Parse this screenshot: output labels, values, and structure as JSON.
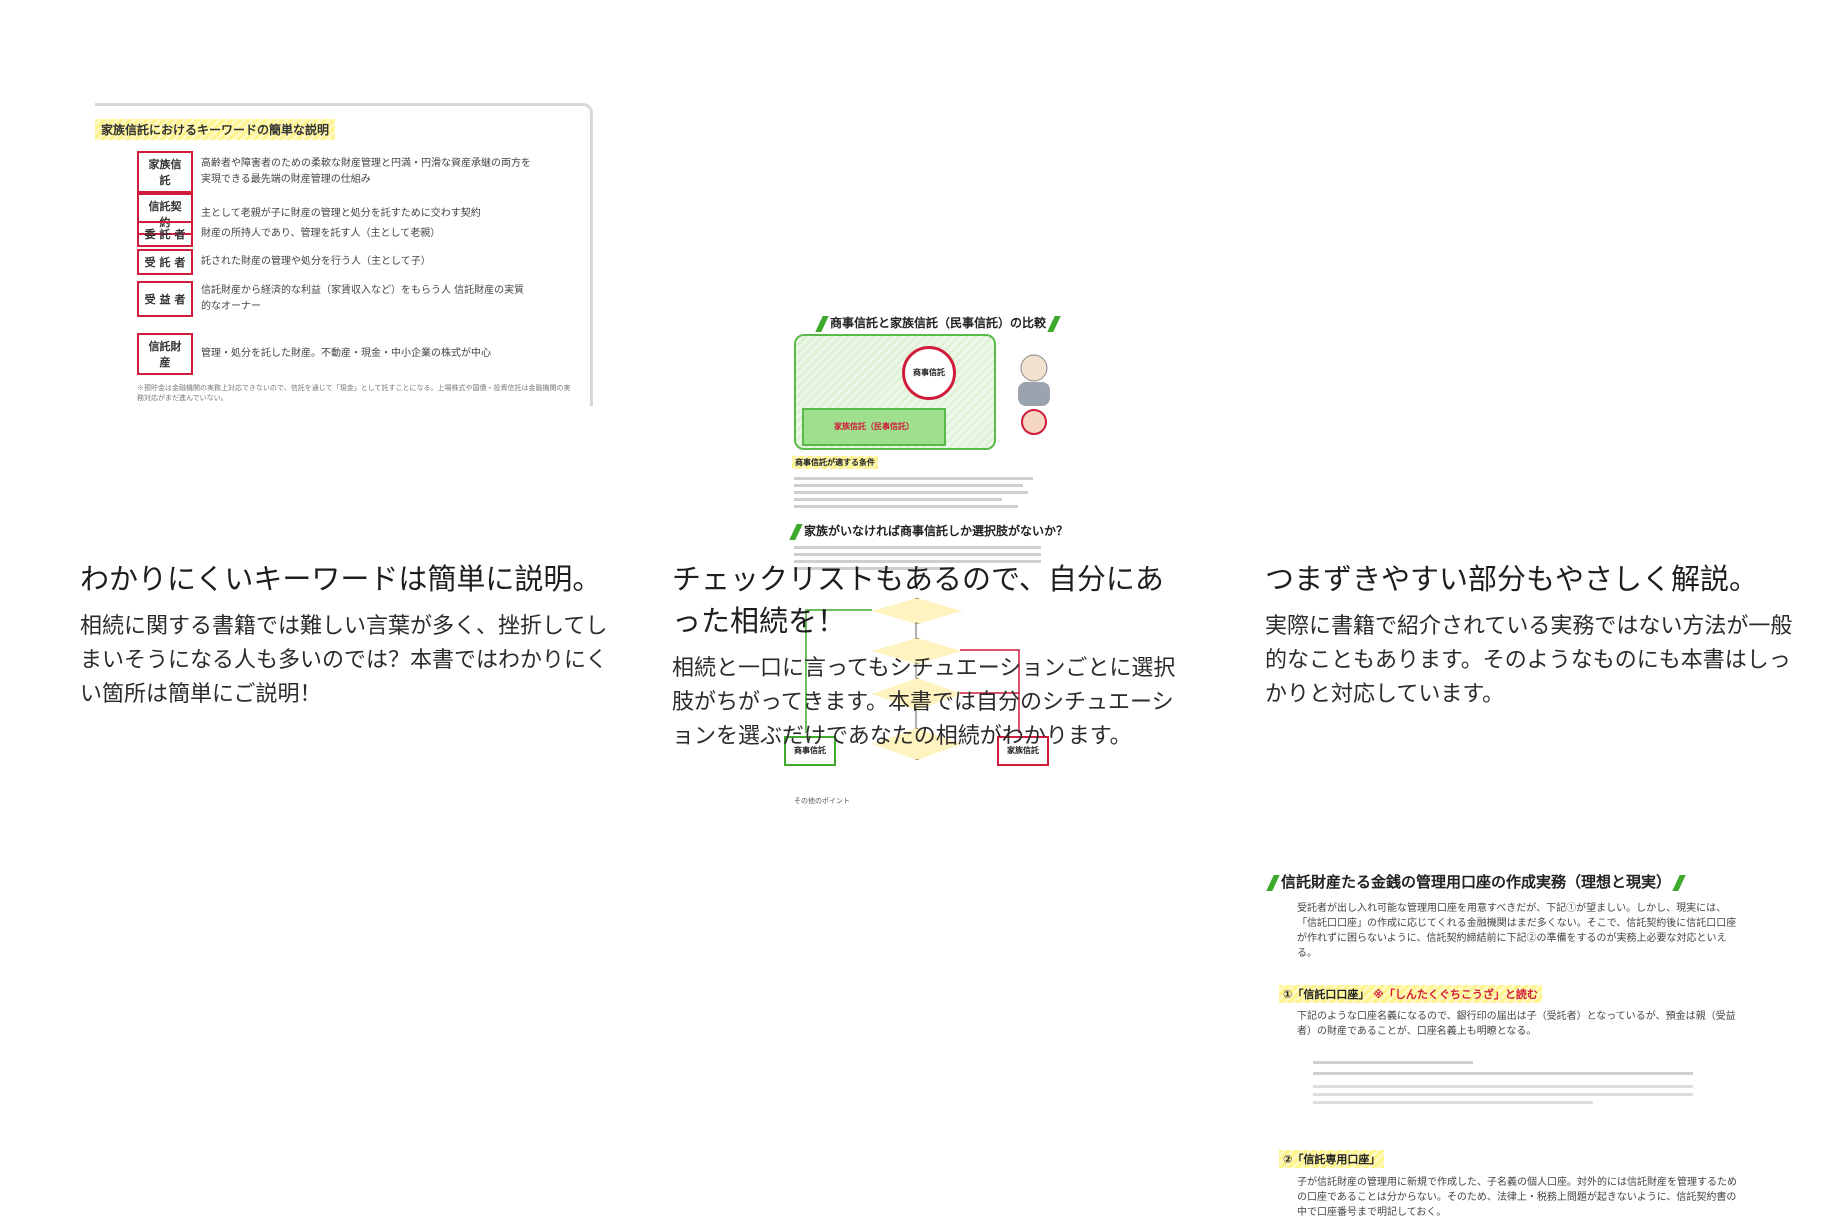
{
  "columns": [
    {
      "caption_title": "わかりにくいキーワードは簡単に説明。",
      "caption_body": "相続に関する書籍では難しい言葉が多く、挫折してしまいそうになる人も多いのでは？本書ではわかりにくい箇所は簡単にご説明！"
    },
    {
      "caption_title": "チェックリストもあるので、自分にあった相続を！",
      "caption_body": "相続と一口に言ってもシチュエーションごとに選択肢がちがってきます。本書では自分のシチュエーションを選ぶだけであなたの相続がわかります。"
    },
    {
      "caption_title": "つまずきやすい部分もやさしく解説。",
      "caption_body": "実際に書籍で紹介されている実務ではない方法が一般的なこともあります。そのようなものにも本書はしっかりと対応しています。"
    }
  ],
  "fig1": {
    "heading": "家族信託におけるキーワードの簡単な説明",
    "rows": [
      {
        "key": "家族信託",
        "def": "高齢者や障害者のための柔軟な財産管理と円満・円滑な資産承継の両方を実現できる最先端の財産管理の仕組み"
      },
      {
        "key": "信託契約",
        "def": "主として老親が子に財産の管理と処分を託すために交わす契約"
      },
      {
        "key": "委 託 者",
        "def": "財産の所持人であり、管理を託す人（主として老親）"
      },
      {
        "key": "受 託 者",
        "def": "託された財産の管理や処分を行う人（主として子）"
      },
      {
        "key": "受 益 者",
        "def": "信託財産から経済的な利益（家賃収入など）をもらう人 信託財産の実質的なオーナー"
      },
      {
        "key": "信託財産",
        "def": "管理・処分を託した財産。不動産・現金・中小企業の株式が中心"
      }
    ],
    "note": "※預貯金は金融機関の実務上対応できないので、信託を通じて「現金」として託すことになる。上場株式や国債・投資信託は金融機関の実務対応がまだ進んでいない。"
  },
  "fig2": {
    "title": "商事信託と家族信託（民事信託）の比較",
    "circle_label": "商事信託",
    "family_label": "家族信託（民事信託）",
    "conditions_heading": "商事信託が適する条件",
    "title2": "家族がいなければ商事信託しか選択肢がないか？",
    "box_left": "商事信託",
    "box_right": "家族信託",
    "foot": "その他のポイント"
  },
  "fig3": {
    "title": "信託財産たる金銭の管理用口座の作成実務（理想と現実）",
    "intro": "受託者が出し入れ可能な管理用口座を用意すべきだが、下記①が望ましい。しかし、現実には、「信託口口座」の作成に応じてくれる金融機関はまだ多くない。そこで、信託契約後に信託口口座が作れずに困らないように、信託契約締結前に下記②の準備をするのが実務上必要な対応といえる。",
    "h1": "①「信託口口座」",
    "h1_note": "※「しんたくぐちこうざ」と読む",
    "p1": "下記のような口座名義になるので、銀行印の届出は子（受託者）となっているが、預金は親（受益者）の財産であることが、口座名義上も明瞭となる。",
    "h2": "②「信託専用口座」",
    "p2": "子が信託財産の管理用に新規で作成した、子名義の個人口座。対外的には信託財産を管理するための口座であることは分からない。そのため、法律上・税務上問題が起きないように、信託契約書の中で口座番号まで明記しておく。"
  }
}
